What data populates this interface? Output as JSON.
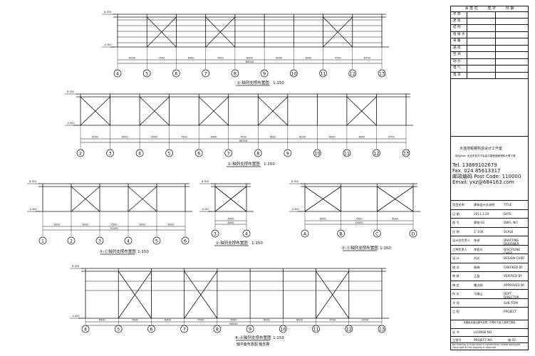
{
  "title_block": {
    "header": [
      "会 签 栏",
      "签 字",
      "日 期"
    ],
    "roles": [
      "总 图",
      "建 筑",
      "结 构",
      "给 排 水",
      "采 暖",
      "通 风",
      "空 调",
      "动 力",
      "电 气",
      "电 讯"
    ],
    "firm_name": "大连地锐钢构造设计工作室",
    "address": "地址Add: 大连市甘井子区金牛路铁路局物料大厦十楼",
    "tel": "Tel. 13889102679",
    "fax": "Fax. 024 85613317",
    "post": "邮政编码 Post Code: 110000",
    "email": "Email: yxz@684163.com",
    "info": [
      {
        "a": "项目名称",
        "b": "建筑设计总说明",
        "c": "TITLE"
      },
      {
        "a": "日 期",
        "b": "2011.1.20",
        "c": "DATE"
      },
      {
        "a": "图 号",
        "b": "建筑-02",
        "c": "DWG. NO"
      },
      {
        "a": "比 例",
        "b": "1: 100",
        "c": "SCALE"
      },
      {
        "a": "设计总负责人",
        "b": "朱斌",
        "c": "DRAFTING DESIGNER"
      },
      {
        "a": "工种负责人",
        "b": "李智光",
        "c": "DISCIPLINE CHIEF"
      },
      {
        "a": "设 计",
        "b": "刘光",
        "c": "DESIGN CHIEF"
      },
      {
        "a": "校 对",
        "b": "杨晓",
        "c": "CHECKED BY"
      },
      {
        "a": "审 核",
        "b": "王晶",
        "c": "VERIFIED BY"
      },
      {
        "a": "审 定",
        "b": "魏志刚",
        "c": "APPROVED BY"
      },
      {
        "a": "所 长",
        "b": "马骏山",
        "c": "DEPT. DIRECTOR"
      },
      {
        "a": "子 项",
        "b": "",
        "c": "SUB ITEM"
      },
      {
        "a": "工 程",
        "b": "",
        "c": "PROJECT"
      }
    ],
    "note": "本图纸未盖出图专用章, 不得用于施工或其它报批",
    "foot": [
      {
        "a": "证 书",
        "b": "LICENSE NO.",
        "c": ""
      },
      {
        "a": "工程号",
        "b": "PROJECT NO.",
        "c": "施-02"
      }
    ],
    "cert": "No drawing is to be used in construction unless approved. Copyright of this drawing is reserved."
  },
  "drawings": [
    {
      "label": "②-轴列支撑布置图",
      "scale": "1:150",
      "axes": [
        "4",
        "5",
        "6",
        "7",
        "8",
        "9",
        "10",
        "11",
        "12",
        "13"
      ],
      "dims": [
        "6000",
        "7500",
        "6000",
        "7500",
        "6000",
        "6000",
        "6000",
        "4700",
        "6700"
      ],
      "total": "66500"
    },
    {
      "label": "①-轴列支撑布置图",
      "scale": "1:150",
      "axes": [
        "2",
        "3",
        "4",
        "5",
        "6",
        "7",
        "8",
        "9",
        "10",
        "11",
        "12",
        "13"
      ],
      "dims": [
        "6000",
        "6000",
        "6000",
        "7500",
        "6000",
        "7500",
        "6000",
        "6000",
        "6000",
        "4800",
        "4700"
      ],
      "total": "66500"
    },
    {
      "label": "Ⓐ-Ⓒ轴列支撑布置图",
      "scale": "1:150",
      "axes": [
        "1",
        "2",
        "3",
        "4",
        "5",
        "6"
      ],
      "dims": [
        "6000",
        "6000",
        "7500",
        "6000",
        "6000"
      ],
      "total": "31500"
    },
    {
      "label": "②-轴列支撑布置图",
      "scale": "1:150",
      "axes": [
        "3",
        "4"
      ],
      "dims": [
        "6000"
      ],
      "total": "6000"
    },
    {
      "label": "Ⓐ-Ⓒ轴列支撑布置图",
      "scale": "1:150",
      "axes": [
        "A",
        "B",
        "C",
        "D"
      ],
      "dims": [
        "6000",
        "7500",
        "6000"
      ],
      "total": "19500"
    },
    {
      "label": "⑧-Ⓐ轴列支撑布置图",
      "scale": "1:150",
      "sublabel": "轴平面布置图 轴支撑",
      "axes": [
        "4",
        "5",
        "6",
        "7",
        "8",
        "9",
        "10",
        "11",
        "12",
        "13"
      ],
      "dims": [
        "6000",
        "7500",
        "6000",
        "7500",
        "6000",
        "6000",
        "6000",
        "4700",
        "6700"
      ],
      "total": "66500"
    }
  ],
  "levels": {
    "top": "8.300",
    "bottom": "-0.300"
  }
}
